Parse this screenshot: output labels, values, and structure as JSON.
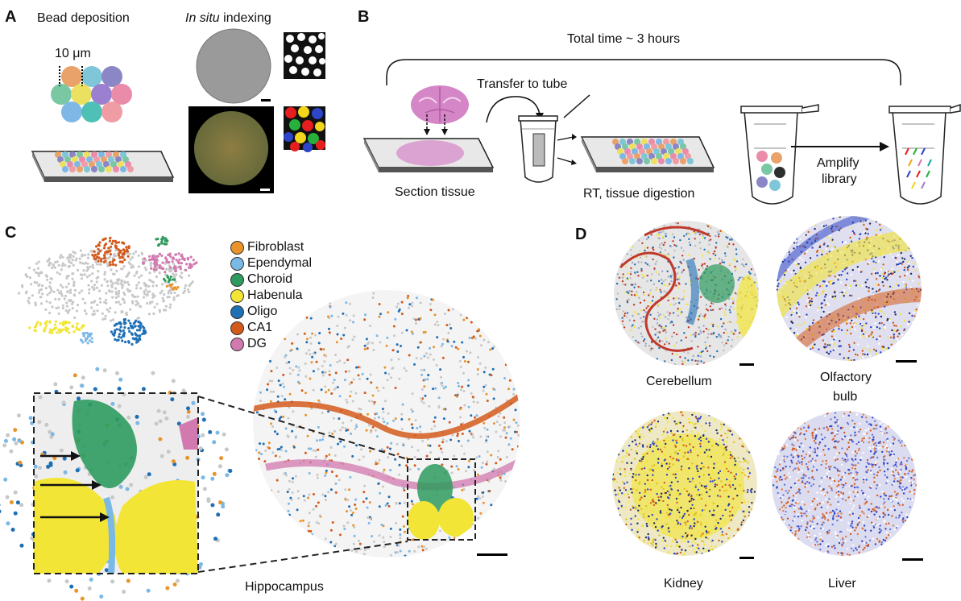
{
  "panels": {
    "a": {
      "letter": "A",
      "bead_title": "Bead deposition",
      "scale": "10 μm",
      "index_title_italic": "In situ",
      "index_title_rest": " indexing"
    },
    "b": {
      "letter": "B",
      "total_time": "Total time ~ 3 hours",
      "transfer": "Transfer to tube",
      "section": "Section tissue",
      "rt": "RT, tissue digestion",
      "amplify_1": "Amplify",
      "amplify_2": "library"
    },
    "c": {
      "letter": "C",
      "hippocampus": "Hippocampus",
      "legend": [
        {
          "label": "Fibroblast",
          "color": "#e8942a"
        },
        {
          "label": "Ependymal",
          "color": "#7ab8e6"
        },
        {
          "label": "Choroid",
          "color": "#2e9a5e"
        },
        {
          "label": "Habenula",
          "color": "#f2e536"
        },
        {
          "label": "Oligo",
          "color": "#1f6fb5"
        },
        {
          "label": "CA1",
          "color": "#d35a1c"
        },
        {
          "label": "DG",
          "color": "#d27ab0"
        }
      ]
    },
    "d": {
      "letter": "D",
      "cerebellum": "Cerebellum",
      "olfactory_1": "Olfactory",
      "olfactory_2": "bulb",
      "kidney": "Kidney",
      "liver": "Liver"
    }
  }
}
